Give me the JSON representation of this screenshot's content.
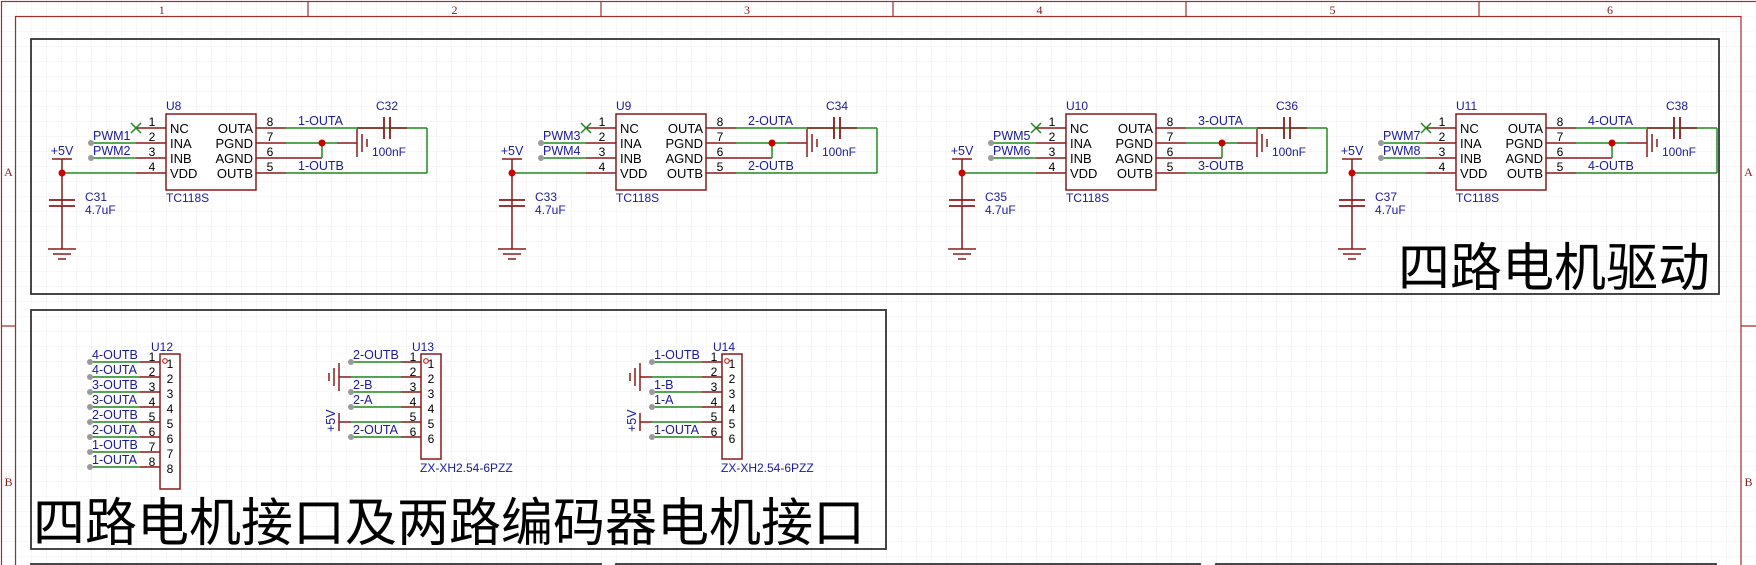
{
  "frame": {
    "columns": [
      "1",
      "2",
      "3",
      "4",
      "5",
      "6"
    ],
    "rows": [
      "A",
      "B"
    ],
    "colors": {
      "frame": "#a52a2a",
      "wire": "#1e8c1e",
      "pin": "#8b1a1a",
      "body": "#8b1a1a",
      "junction": "#cc0000",
      "text_blue": "#1a1aa0",
      "grid": "#ececec",
      "box": "#333333"
    }
  },
  "sections": {
    "driver_title": "四路电机驱动",
    "connector_title": "四路电机接口及两路编码器电机接口"
  },
  "drivers": [
    {
      "designator": "U8",
      "part": "TC118S",
      "pwm_a": "PWM1",
      "pwm_b": "PWM2",
      "out_a": "1-OUTA",
      "out_b": "1-OUTB",
      "cap_bypass": {
        "designator": "C31",
        "value": "4.7uF"
      },
      "cap_out": {
        "designator": "C32",
        "value": "100nF"
      },
      "supply": "+5V"
    },
    {
      "designator": "U9",
      "part": "TC118S",
      "pwm_a": "PWM3",
      "pwm_b": "PWM4",
      "out_a": "2-OUTA",
      "out_b": "2-OUTB",
      "cap_bypass": {
        "designator": "C33",
        "value": "4.7uF"
      },
      "cap_out": {
        "designator": "C34",
        "value": "100nF"
      },
      "supply": "+5V"
    },
    {
      "designator": "U10",
      "part": "TC118S",
      "pwm_a": "PWM5",
      "pwm_b": "PWM6",
      "out_a": "3-OUTA",
      "out_b": "3-OUTB",
      "cap_bypass": {
        "designator": "C35",
        "value": "4.7uF"
      },
      "cap_out": {
        "designator": "C36",
        "value": "100nF"
      },
      "supply": "+5V"
    },
    {
      "designator": "U11",
      "part": "TC118S",
      "pwm_a": "PWM7",
      "pwm_b": "PWM8",
      "out_a": "4-OUTA",
      "out_b": "4-OUTB",
      "cap_bypass": {
        "designator": "C37",
        "value": "4.7uF"
      },
      "cap_out": {
        "designator": "C38",
        "value": "100nF"
      },
      "supply": "+5V"
    }
  ],
  "driver_pins": {
    "left": [
      {
        "num": "1",
        "name": "NC"
      },
      {
        "num": "2",
        "name": "INA"
      },
      {
        "num": "3",
        "name": "INB"
      },
      {
        "num": "4",
        "name": "VDD"
      }
    ],
    "right": [
      {
        "num": "8",
        "name": "OUTA"
      },
      {
        "num": "7",
        "name": "PGND"
      },
      {
        "num": "6",
        "name": "AGND"
      },
      {
        "num": "5",
        "name": "OUTB"
      }
    ]
  },
  "connectors": [
    {
      "designator": "U12",
      "part": "",
      "pins": [
        {
          "num": "1",
          "net": "4-OUTB"
        },
        {
          "num": "2",
          "net": "4-OUTA"
        },
        {
          "num": "3",
          "net": "3-OUTB"
        },
        {
          "num": "4",
          "net": "3-OUTA"
        },
        {
          "num": "5",
          "net": "2-OUTB"
        },
        {
          "num": "6",
          "net": "2-OUTA"
        },
        {
          "num": "7",
          "net": "1-OUTB"
        },
        {
          "num": "8",
          "net": "1-OUTA"
        }
      ]
    },
    {
      "designator": "U13",
      "part": "ZX-XH2.54-6PZZ",
      "pins": [
        {
          "num": "1",
          "net": "2-OUTB"
        },
        {
          "num": "2",
          "net": "GND"
        },
        {
          "num": "3",
          "net": "2-B"
        },
        {
          "num": "4",
          "net": "2-A"
        },
        {
          "num": "5",
          "net": "+5V"
        },
        {
          "num": "6",
          "net": "2-OUTA"
        }
      ]
    },
    {
      "designator": "U14",
      "part": "ZX-XH2.54-6PZZ",
      "pins": [
        {
          "num": "1",
          "net": "1-OUTB"
        },
        {
          "num": "2",
          "net": "GND"
        },
        {
          "num": "3",
          "net": "1-B"
        },
        {
          "num": "4",
          "net": "1-A"
        },
        {
          "num": "5",
          "net": "+5V"
        },
        {
          "num": "6",
          "net": "1-OUTA"
        }
      ]
    }
  ]
}
